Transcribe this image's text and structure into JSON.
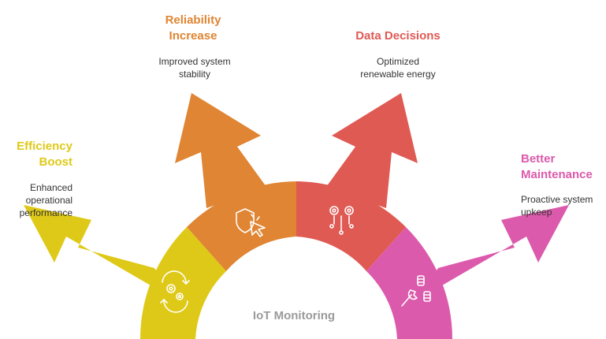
{
  "center_label": "IoT Monitoring",
  "colors": {
    "efficiency": "#DFC918",
    "reliability": "#E08533",
    "data": "#E05A54",
    "maintenance": "#DC5AAB",
    "center_text": "#9A9A9A"
  },
  "segments": [
    {
      "key": "efficiency",
      "title_line1": "Efficiency",
      "title_line2": "Boost",
      "desc_line1": "Enhanced",
      "desc_line2": "operational",
      "desc_line3": "performance",
      "icon": "gears-cycle-icon"
    },
    {
      "key": "reliability",
      "title_line1": "Reliability",
      "title_line2": "Increase",
      "desc_line1": "Improved system",
      "desc_line2": "stability",
      "icon": "shield-cursor-icon"
    },
    {
      "key": "data",
      "title_line1": "Data Decisions",
      "desc_line1": "Optimized",
      "desc_line2": "renewable energy",
      "icon": "gears-network-icon"
    },
    {
      "key": "maintenance",
      "title_line1": "Better",
      "title_line2": "Maintenance",
      "desc_line1": "Proactive system",
      "desc_line2": "upkeep",
      "icon": "wrench-bolts-icon"
    }
  ]
}
